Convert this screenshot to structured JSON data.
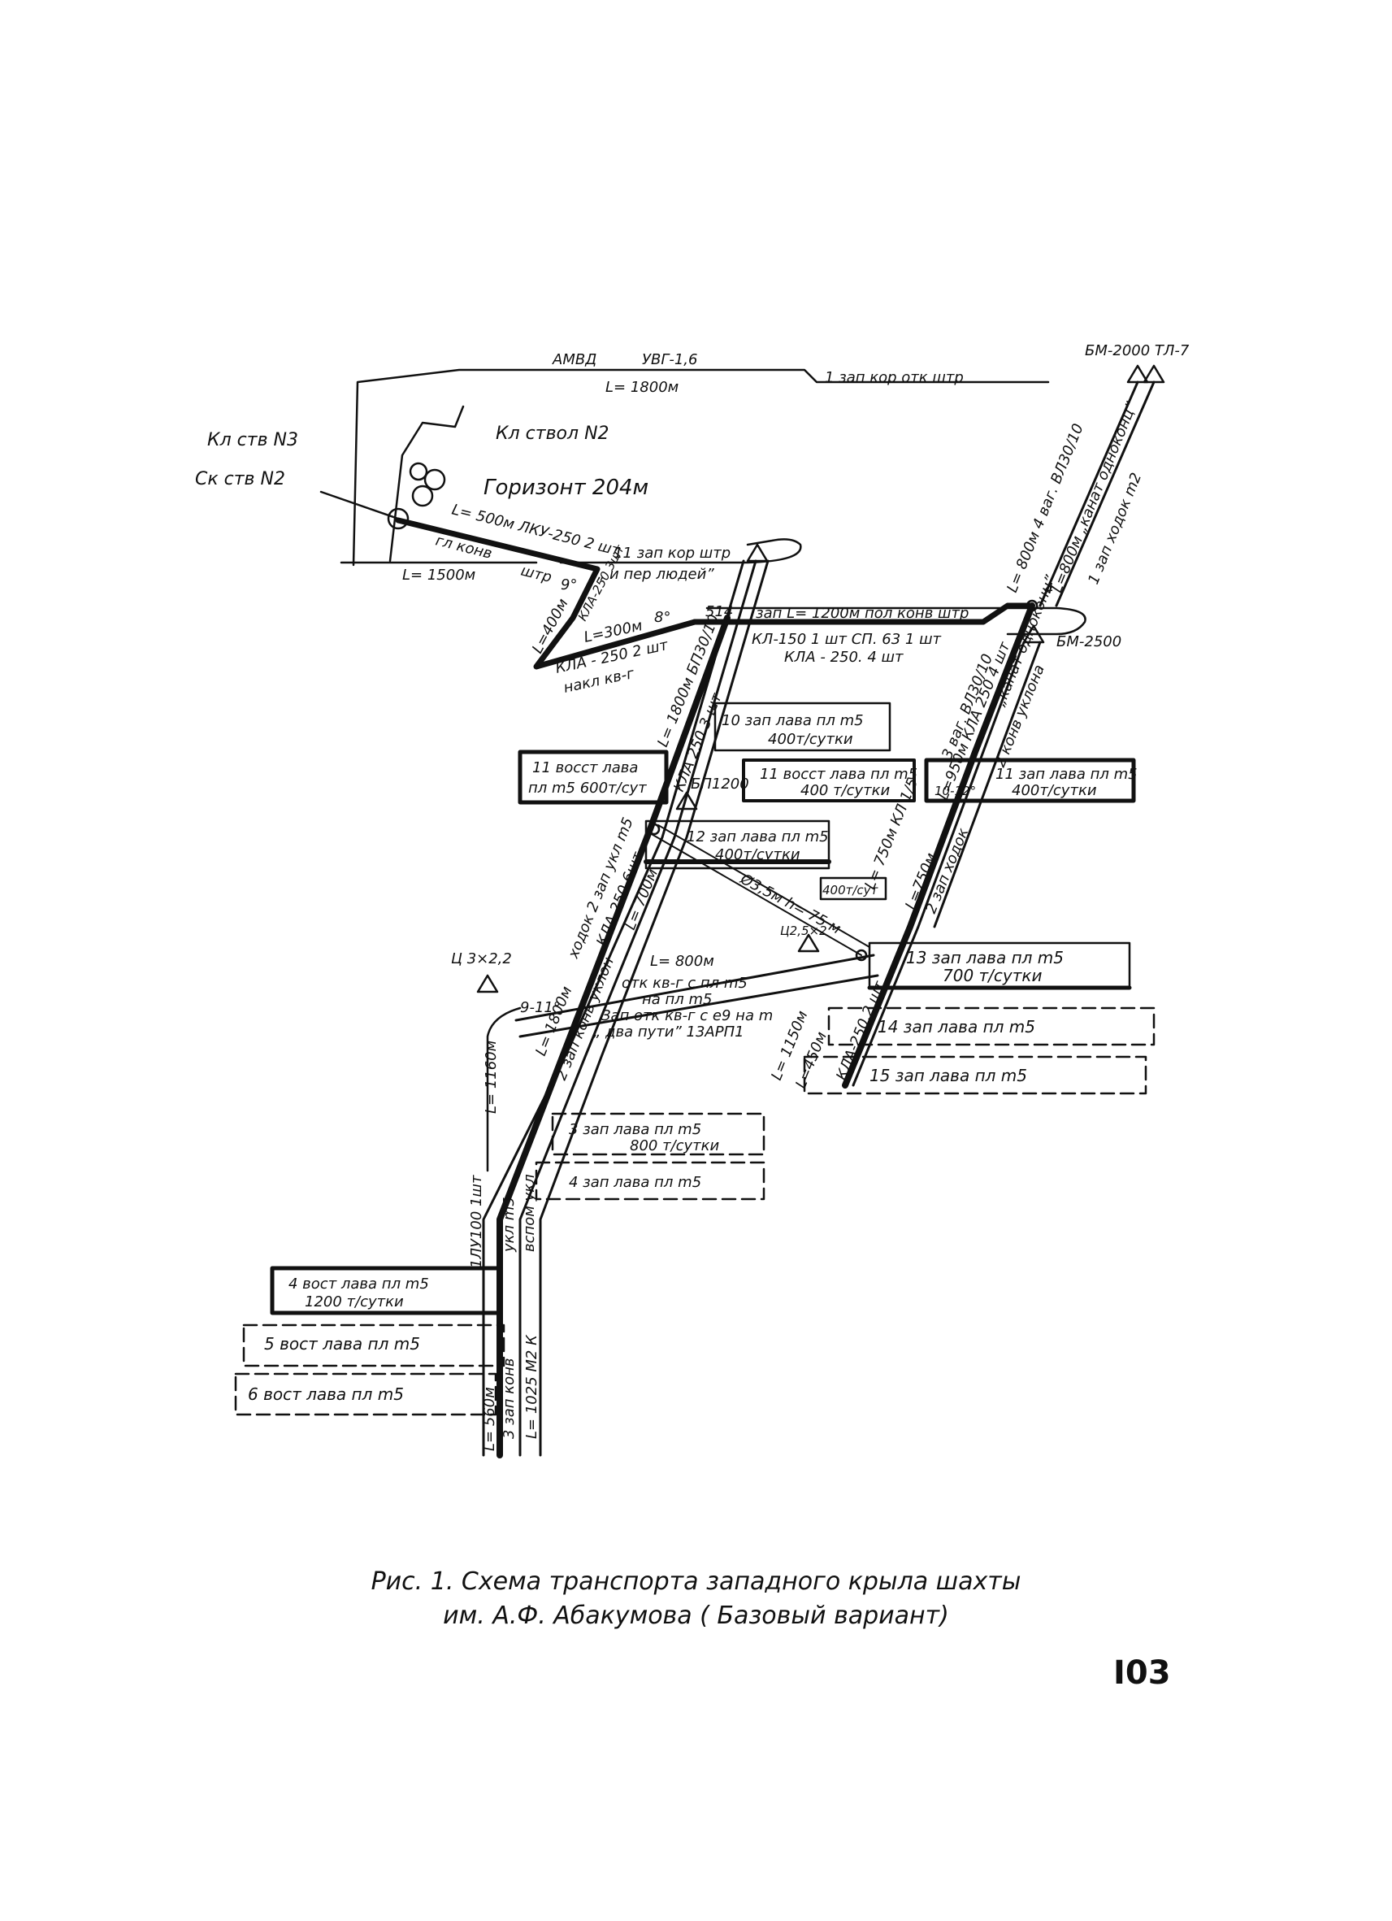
{
  "labels": {
    "amvd": "АМВД",
    "uvt": "УВГ-1,6",
    "l1800": "L= 1800м",
    "zap_kor_top": "1 зап кор отк штр",
    "bm2000": "БМ-2000 ТЛ-7",
    "kl_stv_n3": "Кл ств N3",
    "sk_stv_n2": "Ск ств N2",
    "kl_stvol_n2": "Кл ствол N2",
    "gorizont": "Горизонт 204м",
    "l500": "L= 500м ЛКУ-250 2 шт",
    "gl_konv": "гл конв",
    "shtr": "штр",
    "l1500": "L= 1500м",
    "zap11_kor": "11 зап кор штр",
    "i_per_lyudey": "„ и пер людей”",
    "l400": "L=400м",
    "kla250_3sht": "КЛА-250 3шт",
    "deg9": "9°",
    "l300": "L=300м",
    "deg8": "8°",
    "kla250_2sht": "КЛА - 250 2 шт",
    "nakl_kvg": "накл кв-г",
    "n514": "514",
    "zap_l1200": "зап L= 1200м пол конв штр",
    "kl150": "КЛ-150 1 шт СП. 63 1 шт",
    "kla250_4sht": "КЛА - 250. 4 шт",
    "bm2500": "БМ-2500",
    "l800_4vag": "L= 800м 4 ваг. ВЛ30/10",
    "l800_kanat": "L=800м „канат одноконц”",
    "zap_hodok": "1 зап ходок m2",
    "n4": "4",
    "zap10": "10 зап лава пл m5",
    "zap10_t": "400т/сутки",
    "vost11a": "11 восст лава",
    "vost11a_b": "пл m5  600т/сут",
    "l1800_bp": "L= 1800м БП30/10",
    "kla250_3": "КЛА 250 3 шт",
    "bp1200": "БП1200",
    "vost11b": "11 восст лава пл m5",
    "vost11b_t": "400 т/сутки",
    "zap11_lava": "11 зап лава пл m5",
    "zap11_lava_t": "400т/сутки",
    "deg10_12": "10-12°",
    "vag3": "3 ваг. ВЛ30/10",
    "l950": "L=950м КЛА 250 4 шт",
    "kanat_odn": "„канат одноконц”",
    "konv_uklona2": "2 конв уклона",
    "zap12": "12 зап лава пл m5",
    "zap12_t": "400т/сутки",
    "l750_kl": "L= 750м КЛ 1/5",
    "l750b": "L=750м",
    "zap_hodok2": "2 зап ходок",
    "t400": "400т/сут",
    "d35": "Ø3,5м h= 75 м",
    "c3": "Ц 3×2,2",
    "c25": "Ц2,5×2",
    "l700": "L= 700м",
    "kla250_6": "КЛА 250 6шт",
    "hodok2_ukl": "ходок 2 зап укл m5",
    "l800": "L= 800м",
    "otk_kvg": "отк кв-г с пл m5",
    "na_pl": "на пл m5",
    "deg9_11": "9-11°",
    "zap_otk": "Зап отк кв-г с e9 на m",
    "dva_puti": "„ два пути” 13АРП1",
    "zap13": "13 зап лава пл m5",
    "zap13_t": "700 т/сутки",
    "zap14": "14 зап лава пл m5",
    "zap15": "15 зап лава пл m5",
    "l1150": "L= 1150м",
    "l450": "L=450м",
    "kla250_2": "КЛА-250,2 шт",
    "l1160": "L= 1160м",
    "l1800b": "L= 1800м",
    "zap_konv_ukl2": "2 зап конв уклон",
    "zap3": "3 зап лава пл m5",
    "zap3_t": "800 т/сутки",
    "zap4": "4 зап лава пл m5",
    "lu100": "1ЛУ100 1шт",
    "ukl_m5": "укл m5",
    "vspom": "вспом укл",
    "vost4": "4 вост лава пл m5",
    "vost4_t": "1200 т/сутки",
    "vost5": "5 вост лава пл m5",
    "vost6": "6 вост лава пл m5",
    "l560": "L= 560м",
    "zap_konv3": "3 зап конв",
    "l1025": "L= 1025 М2 К"
  },
  "caption": {
    "line1": "Рис. 1.  Схема транспорта западного крыла шахты",
    "line2": "им.  А.Ф. Абакумова ( Базовый вариант)"
  },
  "page_number": "I03"
}
